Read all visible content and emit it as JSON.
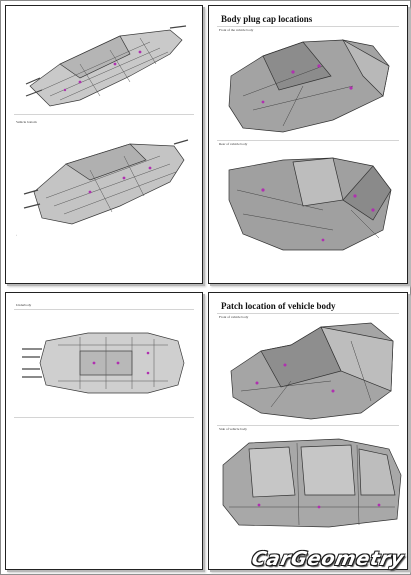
{
  "pages": [
    {
      "id": "page-1",
      "title": "",
      "captions": [
        "",
        "Vehicle bottom"
      ]
    },
    {
      "id": "page-2",
      "title": "Body plug cap locations",
      "captions": [
        "Front of the vehicle body",
        "Rear of vehicle body"
      ]
    },
    {
      "id": "page-3",
      "title": "",
      "captions": [
        "Underbody"
      ]
    },
    {
      "id": "page-4",
      "title": "Patch location of vehicle body",
      "captions": [
        "Front of vehicle body",
        "Side of vehicle body"
      ]
    }
  ],
  "watermark": "CarGeometry",
  "colors": {
    "body_grey": "#9a9a9a",
    "accent": "#b030b0",
    "rule": "#d4d4d4"
  }
}
